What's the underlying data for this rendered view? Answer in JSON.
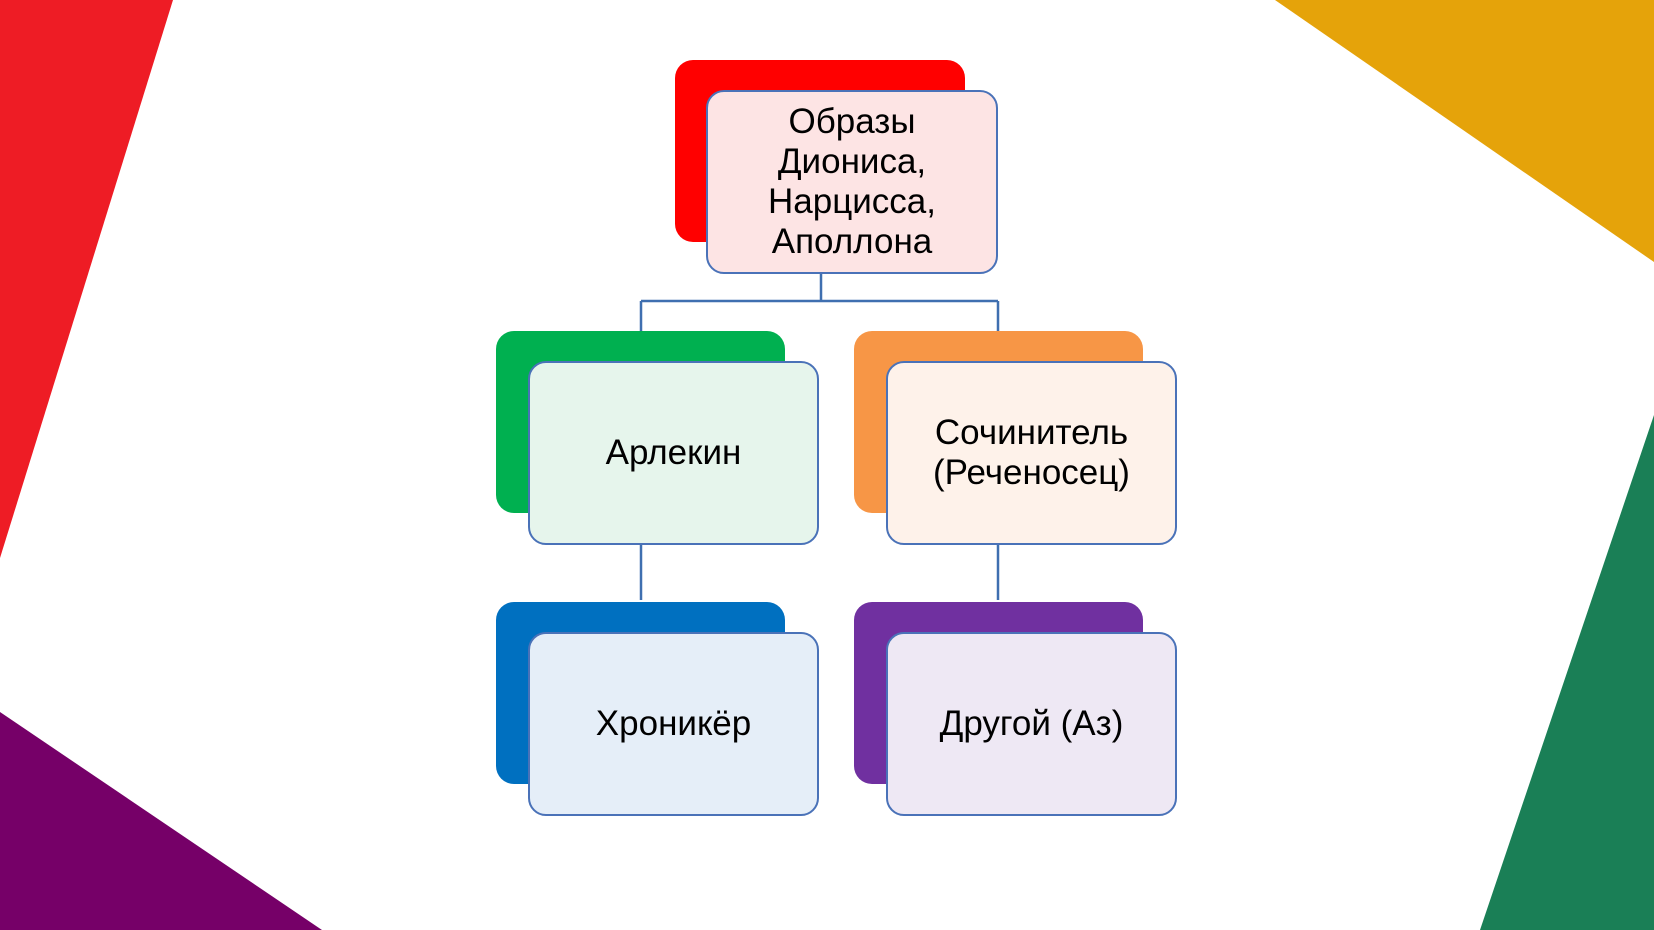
{
  "colors": {
    "background": "#ffffff",
    "connector": "#3f6fb0",
    "node_border": "#4a72b8",
    "corner_red": "#ee1c25",
    "corner_gold": "#e5a30a",
    "corner_purple": "#760068",
    "corner_green": "#1a7f56"
  },
  "diagram": {
    "root": {
      "label": "Образы\nДиониса,\nНарцисса,\nАполлона",
      "accent": "#ff0000",
      "fill": "#fde4e4"
    },
    "left": {
      "label": "Арлекин",
      "accent": "#00b050",
      "fill": "#e6f5ec"
    },
    "right": {
      "label": "Сочинитель\n(Реченосец)",
      "accent": "#f79646",
      "fill": "#fef2ea"
    },
    "left_child": {
      "label": "Хроникёр",
      "accent": "#0070c0",
      "fill": "#e5eef8"
    },
    "right_child": {
      "label": "Другой (Аз)",
      "accent": "#7030a0",
      "fill": "#eee8f4"
    }
  }
}
